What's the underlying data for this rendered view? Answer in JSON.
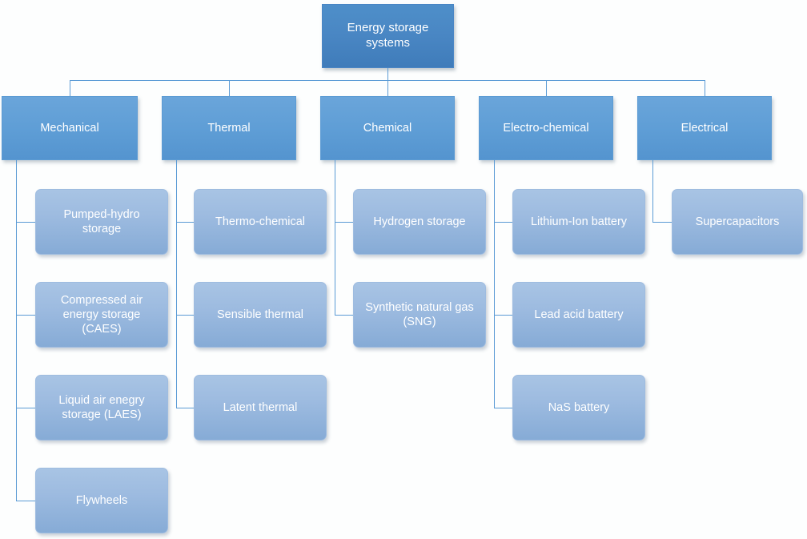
{
  "diagram": {
    "title": "Energy storage systems",
    "type": "hierarchy-tree",
    "colors": {
      "root_fill": "#4a87c4",
      "category_fill": "#5f9ed6",
      "leaf_fill": "#9dbbe0",
      "connector": "#5b9bd5",
      "label_text": "#ffffff",
      "background": "#ffffff"
    },
    "root": {
      "label": "Energy storage systems"
    },
    "categories": [
      {
        "id": "mechanical",
        "label": "Mechanical",
        "children": [
          {
            "id": "pumped-hydro-storage",
            "label": "Pumped-hydro\nstorage"
          },
          {
            "id": "compressed-air-energy-storage",
            "label": "Compressed air\nenergy storage\n(CAES)"
          },
          {
            "id": "liquid-air-energy-storage",
            "label": "Liquid air enegry\nstorage (LAES)"
          },
          {
            "id": "flywheels",
            "label": "Flywheels"
          }
        ]
      },
      {
        "id": "thermal",
        "label": "Thermal",
        "children": [
          {
            "id": "thermo-chemical",
            "label": "Thermo-chemical"
          },
          {
            "id": "sensible-thermal",
            "label": "Sensible thermal"
          },
          {
            "id": "latent-thermal",
            "label": "Latent thermal"
          }
        ]
      },
      {
        "id": "chemical",
        "label": "Chemical",
        "children": [
          {
            "id": "hydrogen-storage",
            "label": "Hydrogen storage"
          },
          {
            "id": "synthetic-natural-gas",
            "label": "Synthetic natural gas\n(SNG)"
          }
        ]
      },
      {
        "id": "electro-chemical",
        "label": "Electro-chemical",
        "children": [
          {
            "id": "lithium-ion-battery",
            "label": "Lithium-Ion battery"
          },
          {
            "id": "lead-acid-battery",
            "label": "Lead acid battery"
          },
          {
            "id": "nas-battery",
            "label": "NaS battery"
          }
        ]
      },
      {
        "id": "electrical",
        "label": "Electrical",
        "children": [
          {
            "id": "supercapacitors",
            "label": "Supercapacitors"
          }
        ]
      }
    ]
  }
}
